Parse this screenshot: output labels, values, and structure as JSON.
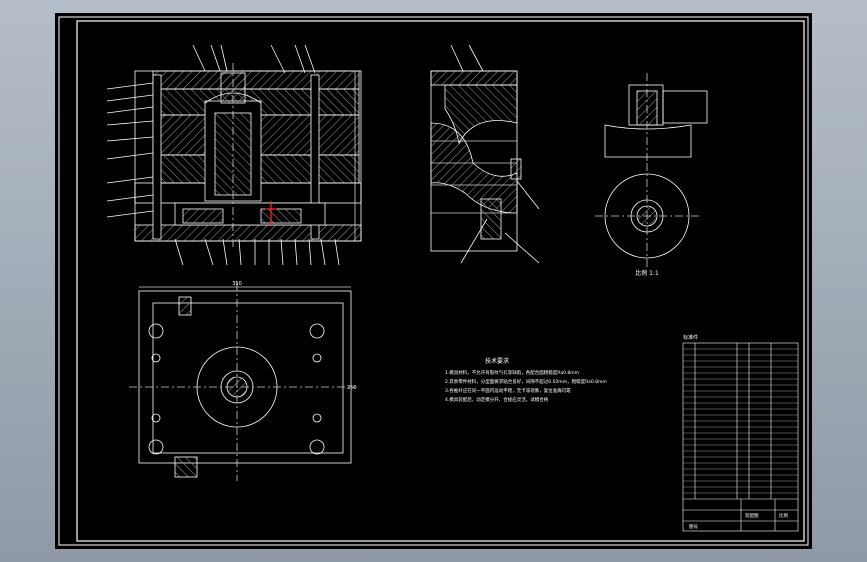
{
  "drawing": {
    "notes_title": "技术要求",
    "notes": [
      "1.模具材料，不允许有裂纹气孔等缺陷，各配合面粗糙度Ra0.8mm",
      "2.其余零件材料，分型面要求贴合良好，间隙不超过0.02mm，粗糙度Ra0.8mm",
      "3.各推杆应在同一平面内运动平稳，无卡滞现象，复位准确可靠",
      "4.模具装配后，动定模分开、合拢应灵活，试模合格"
    ],
    "side_caption": "比例 1:1",
    "bom_header": "标准件",
    "title_block": [
      "装配图",
      "比例",
      "图号"
    ],
    "dim_top": "350",
    "dim_right": "250"
  },
  "colors": {
    "outline": "#ffffff",
    "hatch": "#9a9a9a",
    "center": "#cfcfcf",
    "accent": "#ff2a2a"
  }
}
